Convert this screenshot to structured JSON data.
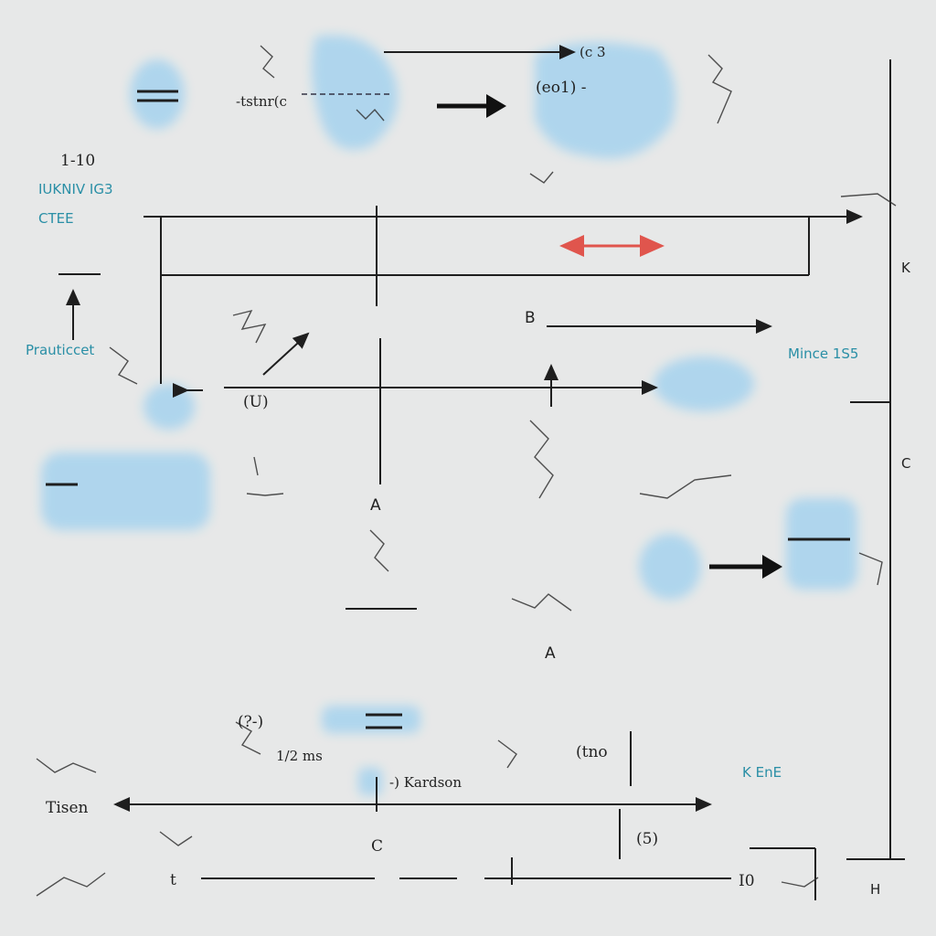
{
  "colors": {
    "background": "#e7e8e8",
    "blob": "#a9d4ee",
    "line": "#1e1e1e",
    "accent_red": "#e0554d",
    "label_teal": "#2a8fa6"
  },
  "labels": {
    "top_formula": "-tstnr(c",
    "top_right_formula": "(eo1) -",
    "top_right_paren": "(c 3",
    "left_top_range": "1-10",
    "left_teal_1": "IUKNIV IG3",
    "left_teal_2": "CTEE",
    "left_teal_3": "Prauticcet",
    "right_teal_1": "Mince 1S5",
    "right_teal_2": "K EnE",
    "axis_k": "K",
    "axis_c": "C",
    "axis_h": "H",
    "node_a1": "A",
    "node_a2": "A",
    "node_b": "B",
    "paren_center": "(U)",
    "fraction_label": "(?-)",
    "bottom_fraction": "1/2 ms",
    "kardson": "-) Kardson",
    "tno": "(tno",
    "paren_b5": "(5)",
    "tisen": "Tisen",
    "i0": "I0",
    "t_label": "t",
    "bottom_c": "C"
  }
}
